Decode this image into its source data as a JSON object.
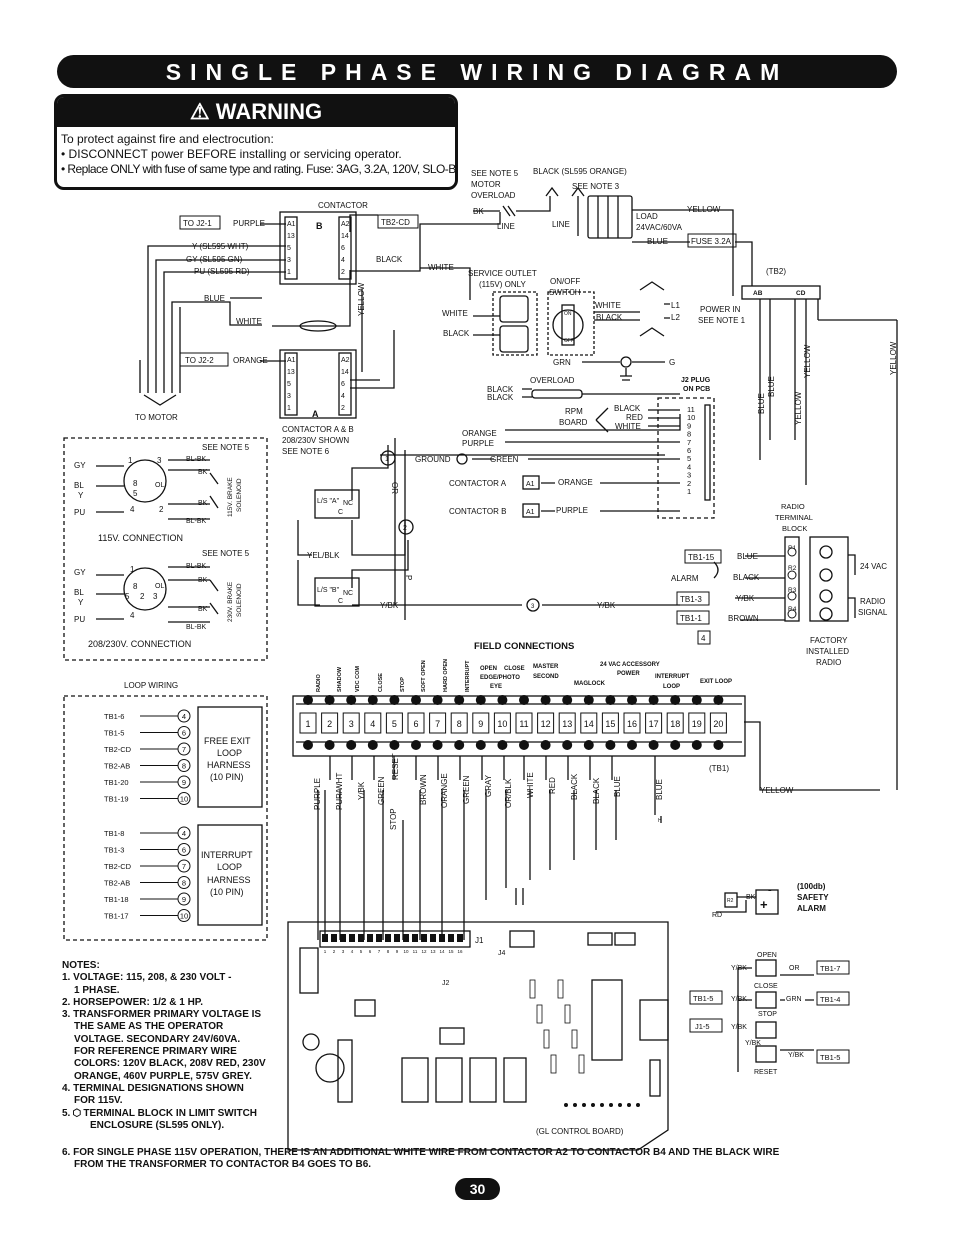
{
  "title": "SINGLE PHASE WIRING DIAGRAM",
  "warning": {
    "heading": "WARNING",
    "intro": "To protect against fire and electrocution:",
    "bullet1": "• DISCONNECT power BEFORE installing or servicing operator.",
    "bullet2": "• Replace ONLY with fuse of same type and rating. Fuse: 3AG, 3.2A, 120V, SLO-BLO"
  },
  "contactor": {
    "label": "CONTACTOR",
    "to_j2_1": "TO J2-1",
    "to_j2_2": "TO J2-2",
    "tb2_cd": "TB2-CD",
    "purple": "PURPLE",
    "orange": "ORANGE",
    "black": "BLACK",
    "blue": "BLUE",
    "white": "WHITE",
    "yellow": "YELLOW",
    "y_wht": "Y (SL595 WHT)",
    "gy_gn": "GY (SL595 GN)",
    "pu_rd": "PU (SL595 RD)",
    "to_motor": "TO MOTOR",
    "b": "B",
    "a": "A",
    "left_terms": [
      "A1",
      "13",
      "5",
      "3",
      "1"
    ],
    "right_terms": [
      "A2",
      "14",
      "6",
      "4",
      "2"
    ],
    "note_l1": "CONTACTOR A & B",
    "note_l2": "208/230V SHOWN",
    "note_l3": "SEE NOTE 6"
  },
  "top_right": {
    "see_note_5": "SEE NOTE 5",
    "motor": "MOTOR",
    "overload": "OVERLOAD",
    "black_sl595": "BLACK (SL595 ORANGE)",
    "see_note_3": "SEE NOTE 3",
    "bk": "BK",
    "line": "LINE",
    "load": "LOAD",
    "va": "24VAC/60VA",
    "yellow": "YELLOW",
    "blue": "BLUE",
    "fuse": "FUSE 3.2A",
    "tb2": "(TB2)",
    "ab": "AB",
    "cd": "CD",
    "white": "WHITE",
    "service_outlet": "SERVICE OUTLET",
    "outlet_v": "(115V) ONLY",
    "on_off": "ON/OFF",
    "switch": "SWITCH",
    "on": "ON",
    "off": "OFF",
    "black": "BLACK",
    "l1": "L1",
    "l2": "L2",
    "power_in": "POWER IN",
    "see_note_1": "SEE NOTE 1",
    "grn": "GRN",
    "g": "G",
    "overload2": "OVERLOAD",
    "j2_plug": "J2 PLUG",
    "on_pcb": "ON PCB",
    "rpm": "RPM",
    "board": "BOARD",
    "red": "RED",
    "orange": "ORANGE",
    "purple": "PURPLE",
    "ground": "GROUND",
    "green": "GREEN",
    "contactor_a": "CONTACTOR A",
    "contactor_b": "CONTACTOR B",
    "a1": "A1",
    "pins": [
      "11",
      "10",
      "9",
      "8",
      "7",
      "6",
      "5",
      "4",
      "3",
      "2",
      "1"
    ],
    "yellow_v": "YELLOW"
  },
  "radio": {
    "radio_terminal": "RADIO",
    "terminal": "TERMINAL",
    "block": "BLOCK",
    "tb1_15": "TB1-15",
    "tb1_3": "TB1-3",
    "tb1_1": "TB1-1",
    "blue": "BLUE",
    "black": "BLACK",
    "alarm": "ALARM",
    "ybk": "Y/BK",
    "brown": "BROWN",
    "four": "4",
    "r_terms": [
      "R1",
      "R2",
      "R3",
      "R4"
    ],
    "vac24": "24 VAC",
    "radio_sig1": "RADIO",
    "radio_sig2": "SIGNAL",
    "factory1": "FACTORY",
    "factory2": "INSTALLED",
    "factory3": "RADIO"
  },
  "limit": {
    "or": "OR",
    "yel_blk": "YEL/BLK",
    "p": "P",
    "ybk": "Y/BK",
    "ls_a": "L/S \"A\"",
    "ls_b": "L/S \"B\"",
    "nc": "NC",
    "c": "C",
    "circ1": "1",
    "circ2": "2",
    "circ3": "3"
  },
  "connection_115": {
    "see_note_5": "SEE NOTE 5",
    "label": "115V. CONNECTION",
    "gy": "GY",
    "bl": "BL",
    "y": "Y",
    "pu": "PU",
    "blbk": "BL-BK",
    "bk": "BK",
    "ol": "OL",
    "brake": "115V. BRAKE",
    "solenoid": "SOLENOID",
    "nums": [
      "1",
      "3",
      "8",
      "5",
      "4",
      "2"
    ]
  },
  "connection_230": {
    "see_note_5": "SEE NOTE 5",
    "label": "208/230V. CONNECTION",
    "brake": "230V. BRAKE",
    "solenoid": "SOLENOID",
    "nums": [
      "1",
      "8",
      "5",
      "2",
      "3",
      "4",
      "OL"
    ]
  },
  "loop": {
    "title": "LOOP WIRING",
    "free_rows": [
      [
        "TB1-6",
        "4"
      ],
      [
        "TB1-5",
        "6"
      ],
      [
        "TB2-CD",
        "7"
      ],
      [
        "TB2-AB",
        "8"
      ],
      [
        "TB1-20",
        "9"
      ],
      [
        "TB1-19",
        "10"
      ]
    ],
    "interrupt_rows": [
      [
        "TB1-8",
        "4"
      ],
      [
        "TB1-3",
        "6"
      ],
      [
        "TB2-CD",
        "7"
      ],
      [
        "TB2-AB",
        "8"
      ],
      [
        "TB1-18",
        "9"
      ],
      [
        "TB1-17",
        "10"
      ]
    ],
    "free_l1": "FREE EXIT",
    "free_l2": "LOOP",
    "free_l3": "HARNESS",
    "free_l4": "(10 PIN)",
    "int_l1": "INTERRUPT",
    "int_l2": "LOOP",
    "int_l3": "HARNESS",
    "int_l4": "(10 PIN)"
  },
  "field": {
    "title": "FIELD CONNECTIONS",
    "tb1": "(TB1)",
    "yellow": "YELLOW",
    "terminals": [
      "1",
      "2",
      "3",
      "4",
      "5",
      "6",
      "7",
      "8",
      "9",
      "10",
      "11",
      "12",
      "13",
      "14",
      "15",
      "16",
      "17",
      "18",
      "19",
      "20"
    ],
    "top_labels": [
      "RADIO",
      "SHADOW",
      "VDC COM",
      "CLOSE",
      "STOP",
      "SOFT OPEN",
      "HARD OPEN",
      "INTERRUPT"
    ],
    "open_edge": "OPEN",
    "open_edge2": "EDGE/PHOTO",
    "open_edge3": "EYE",
    "close": "CLOSE",
    "master1": "MASTER",
    "master2": "SECOND",
    "acc1": "24 VAC ACCESSORY",
    "acc2": "POWER",
    "maglock": "MAGLOCK",
    "int1": "INTERRUPT",
    "int2": "LOOP",
    "exit_loop": "EXIT LOOP",
    "wire_labels": [
      "PURPLE",
      "PUR/WHT",
      "Y/BK",
      "GREEN",
      "STOP",
      "RESET",
      "BROWN",
      "ORANGE",
      "GREEN",
      "GRAY",
      "OR/BLK",
      "WHITE",
      "RED",
      "BLACK",
      "BLACK",
      "BLUE",
      "BLUE"
    ],
    "h": "H"
  },
  "board": {
    "label": "(GL CONTROL BOARD)",
    "j1": "J1",
    "j2": "J2",
    "j4": "J4",
    "alarm_bk": "BK",
    "alarm_r2": "R2",
    "alarm_rd": "RD",
    "alarm1": "(100db)",
    "alarm2": "SAFETY",
    "alarm3": "ALARM",
    "open": "OPEN",
    "close": "CLOSE",
    "stop": "STOP",
    "reset": "RESET",
    "ybk": "Y/BK",
    "or": "OR",
    "grn": "GRN",
    "tb1_7": "TB1-7",
    "tb1_4": "TB1-4",
    "tb1_5": "TB1-5",
    "tb1_5b": "TB1-5",
    "j1_5": "J1-5",
    "plus": "+",
    "minus": "-",
    "pin_nums": [
      "1",
      "2",
      "3",
      "4",
      "5",
      "6",
      "7",
      "8",
      "9",
      "10",
      "11",
      "12",
      "13",
      "14",
      "15",
      "16"
    ]
  },
  "notes": {
    "heading": "NOTES:",
    "n1a": "1. VOLTAGE: 115, 208, & 230 VOLT -",
    "n1b": "1 PHASE.",
    "n2": "2. HORSEPOWER:  1/2 & 1 HP.",
    "n3a": "3. TRANSFORMER PRIMARY VOLTAGE IS",
    "n3b": "THE SAME AS THE OPERATOR",
    "n3c": "VOLTAGE.  SECONDARY 24V/60VA.",
    "n3d": "FOR REFERENCE PRIMARY WIRE",
    "n3e": "COLORS: 120V BLACK, 208V RED, 230V",
    "n3f": "ORANGE, 460V PURPLE, 575V GREY.",
    "n4a": "4. TERMINAL DESIGNATIONS SHOWN",
    "n4b": "FOR 115V.",
    "n5a": "5.",
    "n5b": "TERMINAL BLOCK IN LIMIT SWITCH",
    "n5c": "ENCLOSURE (SL595 ONLY).",
    "n6a": "6. FOR SINGLE PHASE 115V OPERATION, THERE IS AN ADDITIONAL WHITE WIRE FROM CONTACTOR A2 TO CONTACTOR B4 AND THE BLACK WIRE",
    "n6b": "FROM THE TRANSFORMER TO CONTACTOR B4 GOES TO B6."
  },
  "page_number": "30"
}
